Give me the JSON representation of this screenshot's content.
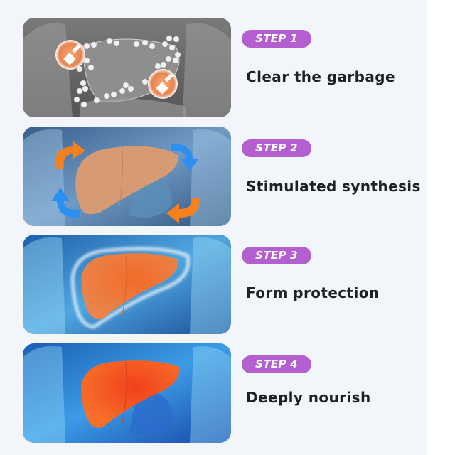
{
  "colors": {
    "panel_bg": "#f2f6fa",
    "badge_bg": "#b45fd0",
    "badge_text": "#ffffff",
    "title_text": "#1e2126",
    "liver_orange": "#f07830",
    "arrow_orange": "#f7801e",
    "arrow_blue": "#2b8ff0"
  },
  "steps": [
    {
      "badge": "STEP 1",
      "title": "Clear the garbage",
      "image": "grayscale-liver-with-broom-icons-and-bubbles"
    },
    {
      "badge": "STEP 2",
      "title": "Stimulated synthesis",
      "image": "liver-with-circular-orange-blue-arrows"
    },
    {
      "badge": "STEP 3",
      "title": "Form protection",
      "image": "glowing-outlined-liver-on-blue-xray"
    },
    {
      "badge": "STEP 4",
      "title": "Deeply nourish",
      "image": "bright-orange-liver-on-blue-xray"
    }
  ]
}
